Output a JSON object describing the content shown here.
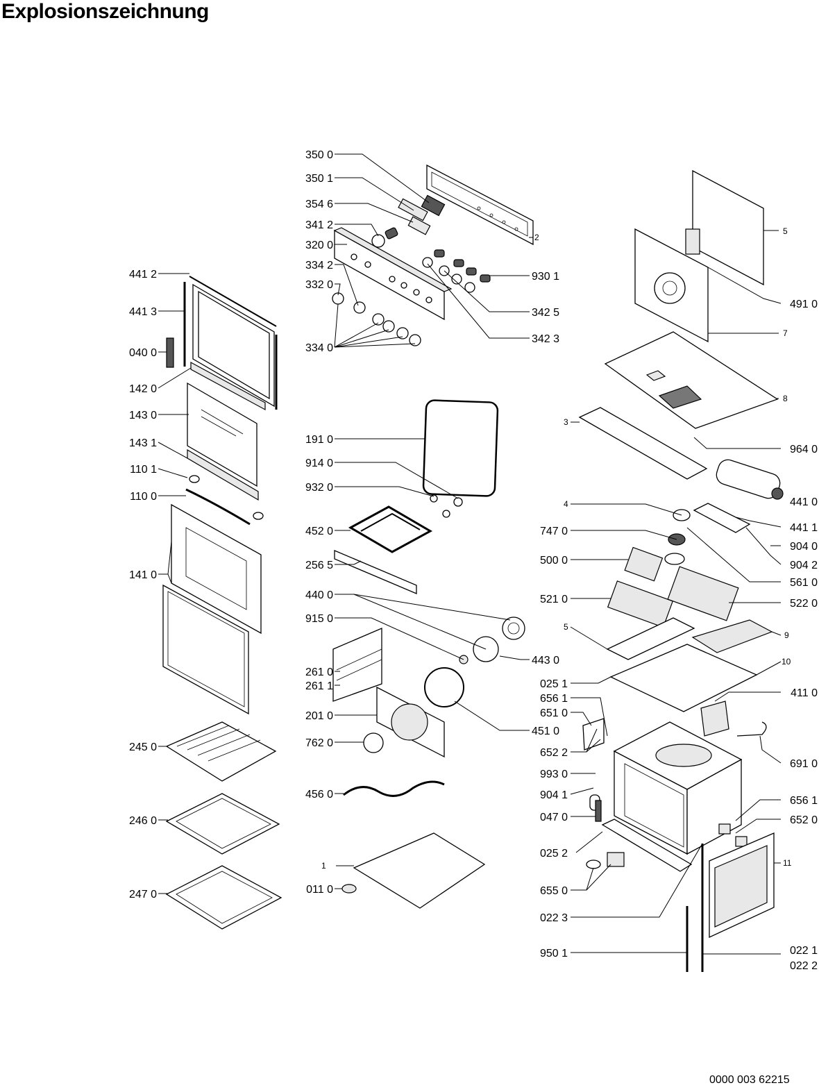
{
  "title": "Explosionszeichnung",
  "document_number": "0000 003 62215",
  "part_labels": [
    "350 0",
    "350 1",
    "354 6",
    "341 2",
    "320 0",
    "334 2",
    "332 0",
    "334 0",
    "441 2",
    "441 3",
    "040 0",
    "142 0",
    "143 0",
    "143 1",
    "110 1",
    "110 0",
    "141 0",
    "245 0",
    "246 0",
    "247 0",
    "191 0",
    "914 0",
    "932 0",
    "452 0",
    "256 5",
    "440 0",
    "915 0",
    "261 0",
    "261 1",
    "201 0",
    "762 0",
    "456 0",
    "011 0",
    "451 0",
    "443 0",
    "930 1",
    "342 5",
    "342 3",
    "491 0",
    "964 0",
    "441 0",
    "441 1",
    "904 0",
    "904 2",
    "747 0",
    "500 0",
    "561 0",
    "521 0",
    "522 0",
    "025 1",
    "656 1",
    "651 0",
    "652 2",
    "411 0",
    "691 0",
    "993 0",
    "904 1",
    "047 0",
    "656 1",
    "652 0",
    "025 2",
    "655 0",
    "022 3",
    "950 1",
    "022 1",
    "022 2"
  ],
  "callout_numbers": [
    "2",
    "5",
    "7",
    "8",
    "3",
    "4",
    "5",
    "9",
    "10",
    "1",
    "11"
  ]
}
